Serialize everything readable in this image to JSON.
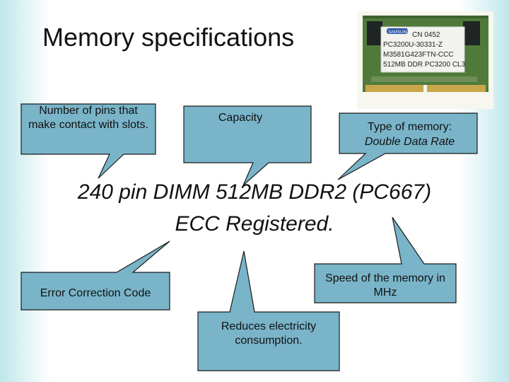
{
  "slide": {
    "title": "Memory specifications",
    "main_text_line1": "240 pin DIMM 512MB DDR2 (PC667)",
    "main_text_line2": "ECC Registered."
  },
  "callouts": {
    "pins": "Number of pins that make contact with slots.",
    "capacity": "Capacity",
    "type_line1": "Type of memory:",
    "type_line2": "Double Data Rate",
    "ecc": "Error Correction Code",
    "registered": "Reduces electricity consumption.",
    "speed": "Speed of the memory in MHz"
  },
  "photo": {
    "brand": "SAMSUNG",
    "label_line1": "CN 0452",
    "label_line2": "PC3200U-30331-Z",
    "label_line3": "M3581G423FTN-CCC",
    "label_line4": "512MB DDR PC3200 CL3"
  },
  "colors": {
    "callout_fill": "#79b4c9",
    "callout_stroke": "#1a1a1a",
    "pcb_green": "#4f7a3a",
    "edge_gradient": "#bfe7ea"
  }
}
